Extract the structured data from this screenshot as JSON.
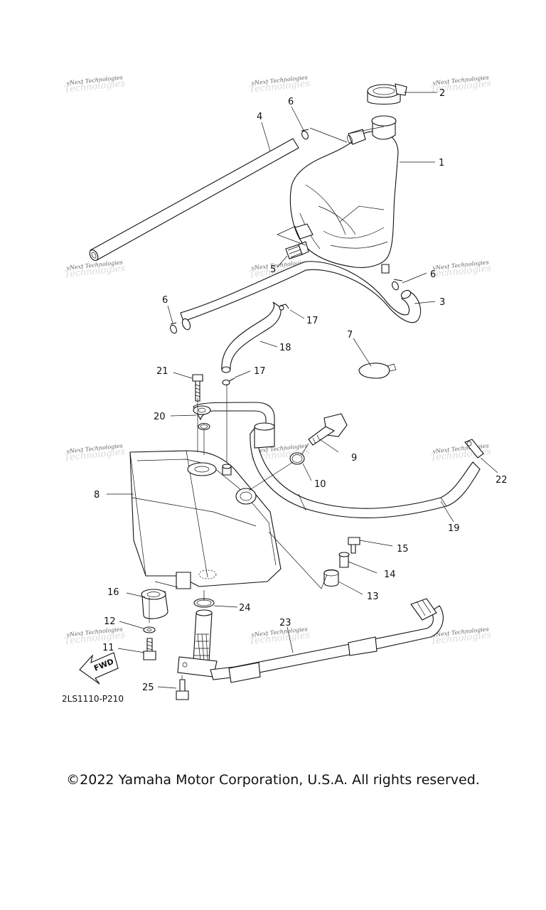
{
  "diagram": {
    "watermark_text": "vNext Technologies",
    "diagram_code": "2LS1110-P210",
    "fwd_label": "FWD",
    "callouts": [
      {
        "label": "1"
      },
      {
        "label": "2"
      },
      {
        "label": "3"
      },
      {
        "label": "4"
      },
      {
        "label": "5"
      },
      {
        "label": "6"
      },
      {
        "label": "6"
      },
      {
        "label": "6"
      },
      {
        "label": "7"
      },
      {
        "label": "8"
      },
      {
        "label": "9"
      },
      {
        "label": "10"
      },
      {
        "label": "11"
      },
      {
        "label": "12"
      },
      {
        "label": "13"
      },
      {
        "label": "14"
      },
      {
        "label": "15"
      },
      {
        "label": "16"
      },
      {
        "label": "17"
      },
      {
        "label": "17"
      },
      {
        "label": "18"
      },
      {
        "label": "19"
      },
      {
        "label": "20"
      },
      {
        "label": "21"
      },
      {
        "label": "22"
      },
      {
        "label": "23"
      },
      {
        "label": "24"
      },
      {
        "label": "25"
      }
    ]
  },
  "footer": {
    "copyright": "©2022 Yamaha Motor Corporation, U.S.A. All rights reserved."
  }
}
